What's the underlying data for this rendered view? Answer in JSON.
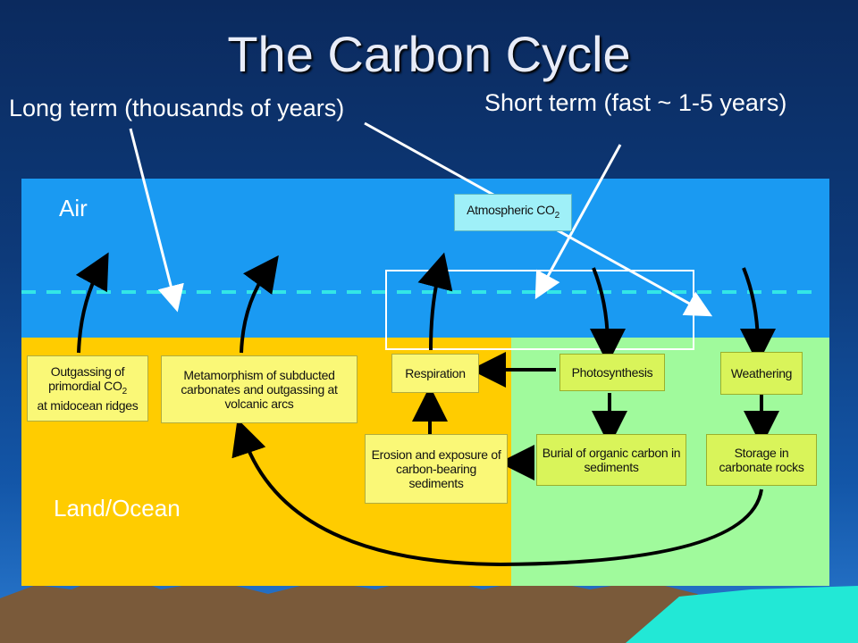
{
  "title": "The Carbon Cycle",
  "annotations": {
    "long_term": "Long term (thousands of years)",
    "short_term": "Short term (fast ~ 1-5 years)"
  },
  "zones": {
    "air": "Air",
    "land_ocean": "Land/Ocean"
  },
  "boxes": {
    "atmospheric_co2": "Atmospheric CO",
    "outgassing_line1": "Outgassing of",
    "outgassing_line2": "primordial CO",
    "outgassing_line3": "at midocean ridges",
    "metamorphism": "Metamorphism of subducted carbonates and outgassing at volcanic arcs",
    "respiration": "Respiration",
    "photosynthesis": "Photosynthesis",
    "weathering": "Weathering",
    "erosion": "Erosion and exposure of carbon-bearing sediments",
    "burial": "Burial of organic carbon in sediments",
    "storage": "Storage in carbonate rocks",
    "co2_subscript": "2"
  },
  "colors": {
    "air": "#1a9af2",
    "land": "#ffcc00",
    "ocean": "#a0fa9c",
    "box_yellow": "#faf877",
    "box_green": "#d9f45a",
    "box_cyan": "#9ff0f8",
    "dashed_line": "#33e6e6",
    "mountain": "#7a5a3a",
    "sea": "#22e8d6"
  }
}
